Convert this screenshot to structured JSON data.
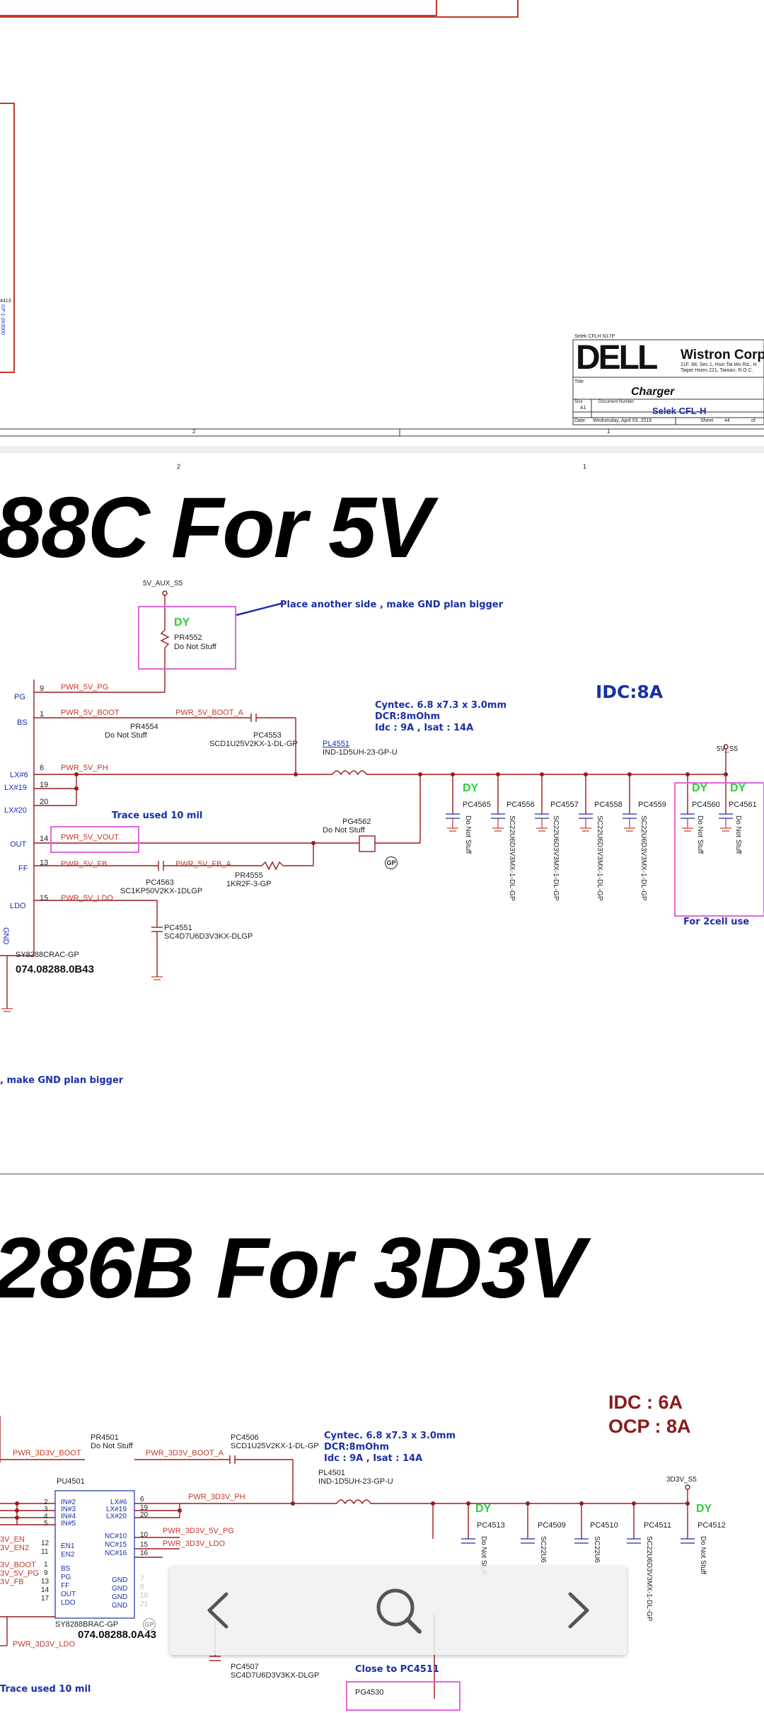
{
  "sheet_top": {
    "company_header": "Selek CFLH N17P",
    "logo_text": "DELL",
    "company": "Wistron Corpora",
    "address_lines": [
      "21F, 88, Sec.1, Hsin Tai Wu Rd., H",
      "Taipei Hsien 221, Taiwan, R.O.C."
    ],
    "title_label": "Title",
    "title": "Charger",
    "size_label": "Size",
    "size_value": "A1",
    "document_number_label": "Document Number",
    "document_number": "Selek CFL-H",
    "date_label": "Date:",
    "date": "Wednesday, April 03, 2019",
    "sheet_label": "Sheet",
    "sheet_number": "44",
    "of_label": "of",
    "grid_ref_a": "2",
    "grid_ref_b": "1",
    "side_part_text": "GP-1-2K0000",
    "side_part_num": "4413"
  },
  "section_5v": {
    "heading": "88C For 5V",
    "grid_ref_a": "2",
    "grid_ref_b": "1",
    "rail_aux": "5V_AUX_S5",
    "note_place": "Place another side , make GND plan bigger",
    "dy": "DY",
    "pr4552": "PR4552",
    "pr4552_val": "Do Not Stuff",
    "idc": "IDC:8A",
    "inductor_spec": [
      "Cyntec. 6.8 x7.3 x 3.0mm",
      "DCR:8mOhm",
      "Idc : 9A , Isat : 14A"
    ],
    "pl4551": "PL4551",
    "pl4551_val": "IND-1D5UH-23-GP-U",
    "rail_out": "5V_S5",
    "pc4553": "PC4553",
    "pc4553_val": "SCD1U25V2KX-1-DL-GP",
    "pr4554": "PR4554",
    "pr4554_val": "Do Not Stuff",
    "pins": [
      "PG",
      "BS",
      "LX#6",
      "LX#19",
      "LX#20",
      "OUT",
      "FF",
      "LDO",
      "GND"
    ],
    "pin_nums": [
      "9",
      "1",
      "6",
      "19",
      "20",
      "14",
      "13",
      "15"
    ],
    "nets": [
      "PWR_5V_PG",
      "PWR_5V_BOOT",
      "PWR_5V_BOOT_A",
      "PWR_5V_PH",
      "PWR_5V_VOUT",
      "PWR_5V_FB",
      "PWR_5V_FB_A",
      "PWR_5V_LDO"
    ],
    "trace_note": "Trace used 10 mil",
    "pg4562": "PG4562",
    "pg4562_val": "Do Not Stuff",
    "pc4563": "PC4563",
    "pc4563_val": "SC1KP50V2KX-1DLGP",
    "pr4555": "PR4555",
    "pr4555_val": "1KR2F-3-GP",
    "pc4551": "PC4551",
    "pc4551_val": "SC4D7U6D3V3KX-DLGP",
    "ic_part": "SY8288CRAC-GP",
    "ic_code": "074.08288.0B43",
    "caps": [
      "PC4565",
      "PC4556",
      "PC4557",
      "PC4558",
      "PC4559",
      "PC4560",
      "PC4561"
    ],
    "cap_vals": [
      "Do Not Stuff",
      "SC22U6D3V3MX-1-DL-GP",
      "SC22U6D3V3MX-1-DL-GP",
      "SC22U6D3V3MX-1-DL-GP",
      "SC22U6D3V3MX-1-DL-GP",
      "Do Not Stuff",
      "Do Not Stuff"
    ],
    "twocell_note": "For 2cell use",
    "bottom_note": ", make GND plan bigger",
    "gp": "GP"
  },
  "section_3d3v": {
    "heading": "286B For 3D3V",
    "idc": "IDC : 6A",
    "ocp": "OCP : 8A",
    "pr4501": "PR4501",
    "pr4501_val": "Do Not Stuff",
    "pc4506": "PC4506",
    "pc4506_val": "SCD1U25V2KX-1-DL-GP",
    "inductor_spec": [
      "Cyntec. 6.8 x7.3 x 3.0mm",
      "DCR:8mOhm",
      "Idc : 9A , Isat : 14A"
    ],
    "pl4501": "PL4501",
    "pl4501_val": "IND-1D5UH-23-GP-U",
    "rail_out": "3D3V_S5",
    "pu4501": "PU4501",
    "nets": [
      "PWR_3D3V_BOOT",
      "PWR_3D3V_BOOT_A",
      "PWR_3D3V_PH",
      "PWR_3D3V_5V_PG",
      "PWR_3D3V_LDO",
      "PWR_3D3V_LDO"
    ],
    "left_nets": [
      "3V_EN",
      "3V_EN2",
      "3V_BOOT",
      "3V_5V_PG",
      "3V_FB"
    ],
    "ic_pins_left": [
      "IN#2",
      "IN#3",
      "IN#4",
      "IN#5",
      "EN1",
      "EN2",
      "BS",
      "PG",
      "FF",
      "OUT",
      "LDO"
    ],
    "ic_pins_left_nums": [
      "2",
      "3",
      "4",
      "5",
      "12",
      "11",
      "1",
      "9",
      "13",
      "14",
      "17"
    ],
    "ic_pins_right": [
      "LX#6",
      "LX#19",
      "LX#20",
      "NC#10",
      "NC#15",
      "NC#16",
      "GND",
      "GND",
      "GND",
      "GND"
    ],
    "ic_pins_right_nums": [
      "6",
      "19",
      "20",
      "10",
      "15",
      "16",
      "7",
      "8",
      "18",
      "21"
    ],
    "ic_part": "SY8288BRAC-GP",
    "ic_code": "074.08288.0A43",
    "caps": [
      "PC4513",
      "PC4509",
      "PC4510",
      "PC4511",
      "PC4512"
    ],
    "cap_vals": [
      "Do Not Stuff",
      "SC22U6",
      "SC22U6",
      "SC22U6D3V3MX-1-DL-GP",
      "Do Not Stuff"
    ],
    "dy": "DY",
    "pc4507": "PC4507",
    "pc4507_val": "SC4D7U6D3V3KX-DLGP",
    "close_note": "Close to PC4511",
    "pg4530": "PG4530",
    "trace_note": "Trace used 10 mil",
    "gp": "GP"
  },
  "nav": {
    "back_icon": "chevron-left-icon",
    "search_icon": "search-icon",
    "forward_icon": "chevron-right-icon"
  },
  "colors": {
    "wire": "#9b1b1b",
    "pin_blue": "#1a2fa8",
    "highlight_pink": "#e066e0",
    "dy_green": "#2ecc40",
    "red_box": "#c0392b",
    "dark_red_text": "#8b1a1a"
  }
}
